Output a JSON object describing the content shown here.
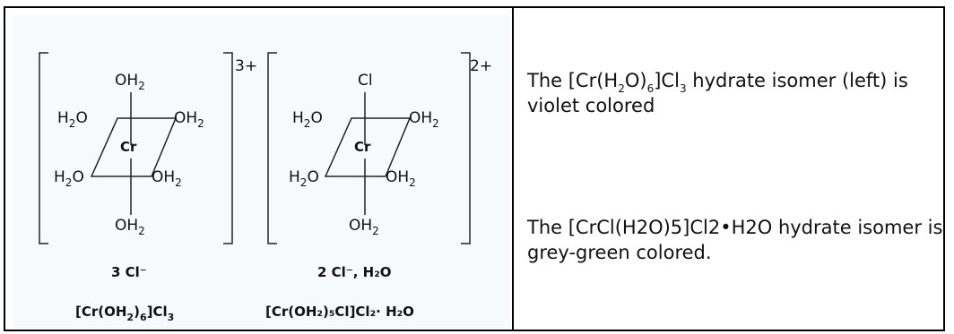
{
  "left_complex": {
    "ligands": [
      "OH2",
      "H2O",
      "OH2",
      "H2O",
      "OH2",
      "OH2"
    ],
    "metal": "Cr",
    "charge": "3+",
    "counter_ions": "3 Cl⁻",
    "formula": "[Cr(OH₂)₆]Cl₃"
  },
  "right_complex": {
    "top_ligand": "Cl",
    "ligands": [
      "H2O",
      "OH2",
      "H2O",
      "OH2",
      "OH2"
    ],
    "metal": "Cr",
    "charge": "2+",
    "counter_ions": "2 Cl⁻, H₂O",
    "formula": "[Cr(OH₂)₅Cl]Cl₂· H₂O"
  },
  "descriptions": {
    "first": {
      "prefix": "The [Cr(H",
      "sub1": "2",
      "mid1": "O)",
      "sub2": "6",
      "mid2": "]Cl",
      "sub3": "3",
      "suffix": " hydrate isomer (left) is violet colored"
    },
    "second": "The [CrCl(H2O)5]Cl2•H2O hydrate isomer is grey-green colored."
  }
}
